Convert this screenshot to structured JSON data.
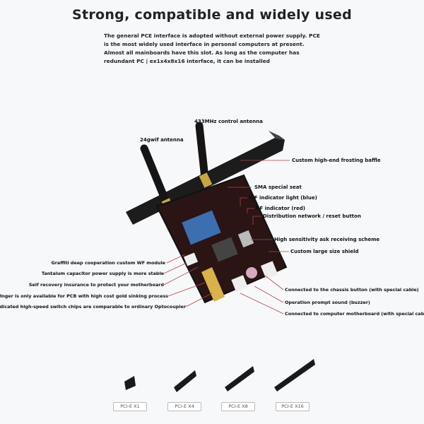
{
  "title": "Strong, compatible and widely used",
  "description": "The general PCE interface is adopted without external power supply. PCE is the most widely used interface in personal computers at present. Almost all mainboards have this slot. As long as the computer has redundant PC | ex1x4x8x16 interface, it can be installed",
  "labels": {
    "antenna_433": "433MHz control antenna",
    "antenna_24g": "24gwif antenna",
    "baffle": "Custom high-end frosting baffle",
    "sma": "SMA special seat",
    "wf_light": "WF indicator light (blue)",
    "rf_light": "RF indicator (red)",
    "reset": "Distribution network / reset button",
    "ask": "High sensitivity ask receiving scheme",
    "shield": "Custom large size shield",
    "wf_module": "Graffiti deep cooperation custom WF module",
    "tantalum": "Tantalum capacitor power supply is more stable",
    "self_recovery": "Self recovery insurance to protect your motherboard",
    "gold_finger": "Gold finger is only available for PCB with high cost gold sinking process",
    "switch_chips": "Two dedicated high-speed switch chips are comparable to ordinary Optocoupler",
    "chassis": "Connected to the chassis button (with special cable)",
    "buzzer": "Operation prompt sound (buzzer)",
    "motherboard": "Connected to computer motherboard (with special cable"
  },
  "slots": [
    {
      "label": "PCI-E X1"
    },
    {
      "label": "PCI-E X4"
    },
    {
      "label": "PCI-E X8"
    },
    {
      "label": "PCI-E X16"
    }
  ],
  "colors": {
    "pcb": "#2a1414",
    "leader": "#b0444a",
    "gold": "#d9b24a",
    "module": "#3b6fb0"
  }
}
